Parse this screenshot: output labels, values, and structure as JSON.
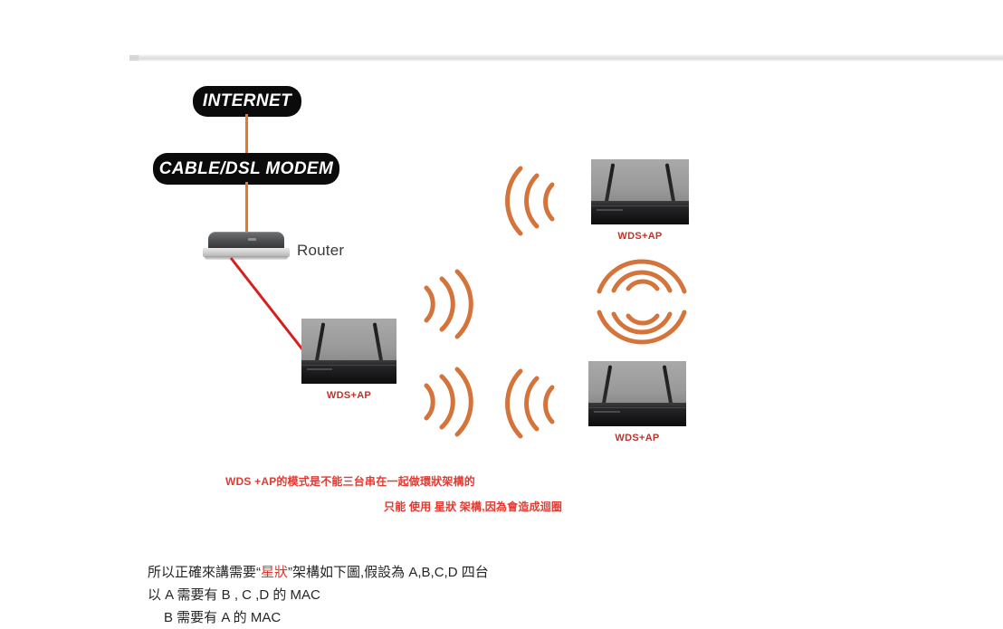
{
  "document": {
    "title": "WDS+AP Network Topology Diagram"
  },
  "diagram": {
    "nodes": {
      "internet": "INTERNET",
      "modem": "CABLE/DSL MODEM",
      "router": "Router",
      "ap_left_label": "WDS+AP",
      "ap_top_right_label": "WDS+AP",
      "ap_bottom_right_label": "WDS+AP"
    },
    "colors": {
      "wire": "#e8762c",
      "signal_arc": "#d4743a",
      "red_link": "#d61f1f",
      "red_text": "#e03b33",
      "ap_label": "#c0332c",
      "pill_bg": "#0b0b0b",
      "pill_text": "#ffffff"
    },
    "icons": {
      "wifi_arcs": "wifi-signal-arcs",
      "router_device": "router-device",
      "access_point": "wireless-access-point"
    }
  },
  "captions": {
    "warning_line1": "WDS +AP的模式是不能三台串在一起做環狀架構的",
    "warning_line2": "只能 使用 星狀 架構,因為會造成迴圈"
  },
  "notes": {
    "line1_prefix": "所以正確來講需要“",
    "line1_highlight": "星狀",
    "line1_suffix": "”架構如下圖,假設為 A,B,C,D 四台",
    "line2": "以 A  需要有 B , C ,D 的 MAC",
    "line3": "B  需要有 A 的 MAC"
  }
}
